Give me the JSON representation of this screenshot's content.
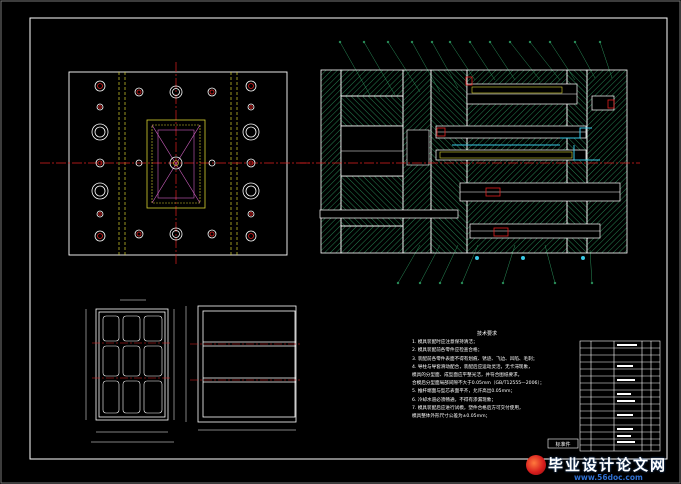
{
  "drawing": {
    "tech_notes": {
      "title": "技术要求",
      "lines": [
        "1. 模具装配时应注意保持清洁；",
        "2. 模具装配前各零件应检查合格；",
        "3. 装配前各零件表面不得有划痕、锈迹、飞边、凹陷、毛刺；",
        "4. 导柱与导套滑动配合，装配后应运动灵活，无卡滞现象，",
        "   模具的分型面、成型面应平整光洁，并符合图纸要求，",
        "   合模后分型面局部间隙不大于0.05mm（GB/T12555—2006）；",
        "5. 推杆端面与型芯表面平齐，允许高出0.05mm；",
        "6. 冷却水道必须畅通，不得有渗漏现象；",
        "7. 模具装配后应进行试模，塑件合格后方可交付使用，",
        "   模具整体外形尺寸公差为±0.05mm；"
      ]
    },
    "title_block_label": "标准件"
  },
  "watermark": {
    "title": "毕业设计论文网",
    "url": "www.56doc.com"
  },
  "colors": {
    "background": "#000000",
    "line": "#ffffff",
    "center_line": "#e02020",
    "hatch": "#2a8f5a",
    "hidden": "#d8d230",
    "accent": "#39c8e6",
    "watermark_blue": "#2f6fd0"
  }
}
